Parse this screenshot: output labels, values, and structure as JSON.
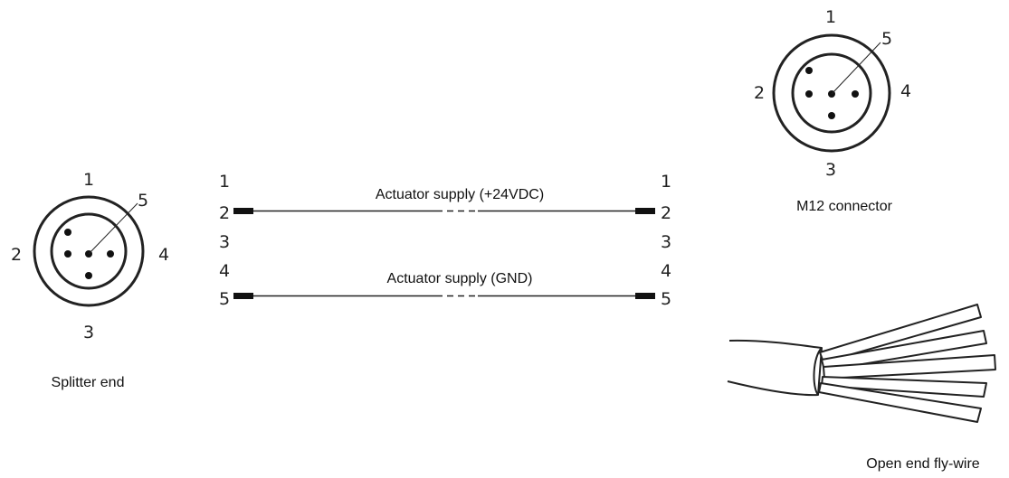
{
  "splitter": {
    "caption": "Splitter end",
    "pin_labels": {
      "p1": "1",
      "p2": "2",
      "p3": "3",
      "p4": "4",
      "p5": "5"
    }
  },
  "m12": {
    "caption": "M12 connector",
    "pin_labels": {
      "p1": "1",
      "p2": "2",
      "p3": "3",
      "p4": "4",
      "p5": "5"
    }
  },
  "wiring": {
    "left_pins": [
      "1",
      "2",
      "3",
      "4",
      "5"
    ],
    "right_pins": [
      "1",
      "2",
      "3",
      "4",
      "5"
    ],
    "wires": [
      {
        "label": "Actuator supply (+24VDC)"
      },
      {
        "label": "Actuator supply (GND)"
      }
    ]
  },
  "flywire": {
    "caption": "Open end fly-wire"
  }
}
